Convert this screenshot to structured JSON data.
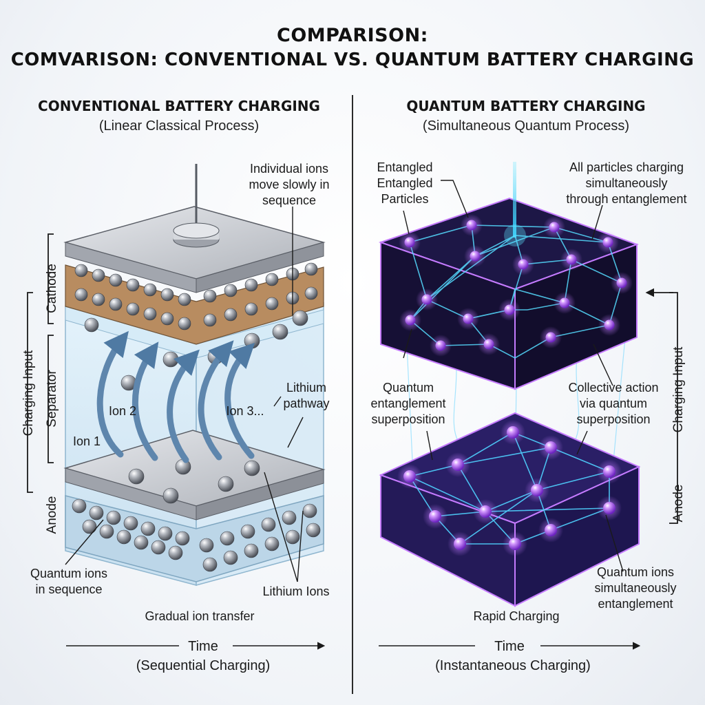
{
  "title": {
    "line1": "COMPARISON:",
    "line2": "COMVARISON: CONVENTIONAL VS. QUANTUM BATTERY CHARGING"
  },
  "left": {
    "heading": "CONVENTIONAL BATTERY CHARGING",
    "subheading": "(Linear Classical Process)",
    "labels": {
      "individual_ions": [
        "Individual ions",
        "move slowly in",
        "sequence"
      ],
      "lithium_pathway": [
        "Lithium",
        "pathway"
      ],
      "ion1": "Ion 1",
      "ion2": "Ion 2",
      "ion3": "Ion 3...",
      "quantum_ions": [
        "Quantum ions",
        "in sequence"
      ],
      "lithium_ions": "Lithium Ions",
      "caption": "Gradual ion transfer",
      "time": "Time",
      "time_sub": "(Sequential Charging)"
    },
    "side_labels": {
      "cathode": "Cathode",
      "separator": "Separator",
      "anode": "Anode",
      "charging_input": "Charging Input"
    }
  },
  "right": {
    "heading": "QUANTUM BATTERY CHARGING",
    "subheading": "(Simultaneous Quantum Process)",
    "labels": {
      "entangled": [
        "Entangled",
        "Entangled",
        "Particles"
      ],
      "all_particles": [
        "All particles charging",
        "simultaneously",
        "through entanglement"
      ],
      "quantum_entanglement": [
        "Quantum",
        "entanglement",
        "superposition"
      ],
      "collective": [
        "Collective action",
        "via quantum",
        "superposition"
      ],
      "quantum_ions": [
        "Quantum ions",
        "simultaneously",
        "entanglement"
      ],
      "caption": "Rapid Charging",
      "time": "Time",
      "time_sub": "(Instantaneous Charging)"
    },
    "side_labels": {
      "charging_input": "Charging Input",
      "anode": "Anode"
    }
  },
  "colors": {
    "metal": "#c9ccd2",
    "copper": "#b48a62",
    "glass": "#d7ecf8",
    "arrow_blue": "#5e86ad",
    "quantum_dark": "#17123a",
    "quantum_glow": "#b05cff",
    "entangle_cyan": "#5fe3ff"
  }
}
